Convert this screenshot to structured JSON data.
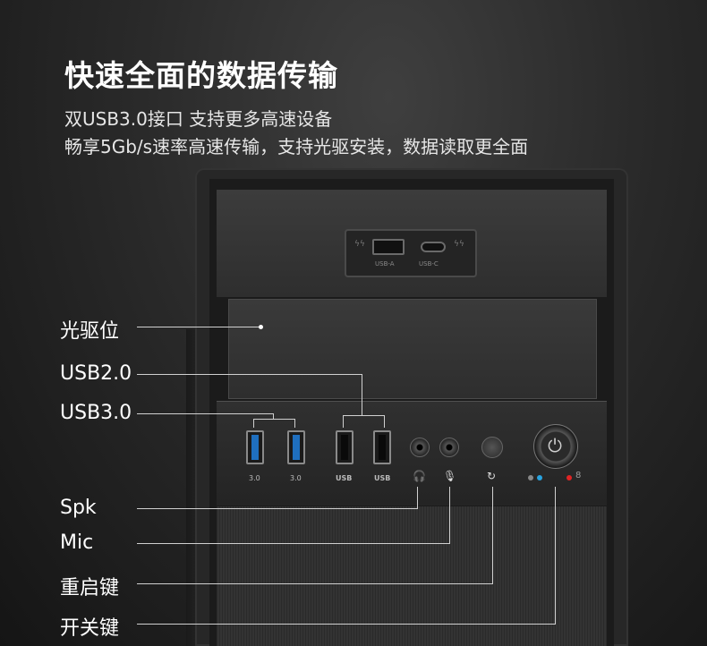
{
  "headline": "快速全面的数据传输",
  "subtitle_1": "双USB3.0接口 支持更多高速设备",
  "subtitle_2": "畅享5Gb/s速率高速传输，支持光驱安装，数据读取更全面",
  "top_ports": {
    "usb_a_label": "USB-A",
    "usb_c_label": "USB-C"
  },
  "front_ports": {
    "usb3_1": "3.0",
    "usb3_2": "3.0",
    "usb2_1": "USB",
    "usb2_2": "USB"
  },
  "callouts": {
    "optical_bay": "光驱位",
    "usb2": "USB2.0",
    "usb3": "USB3.0",
    "speaker": "Spk",
    "mic": "Mic",
    "reset": "重启键",
    "power": "开关键"
  },
  "colors": {
    "usb3_blue": "#1f6fbf",
    "led_blue": "#29a3e0",
    "led_red": "#e02424"
  },
  "icons": [
    "headphone-icon",
    "mic-icon",
    "reset-icon",
    "power-icon",
    "lightning-icon"
  ]
}
